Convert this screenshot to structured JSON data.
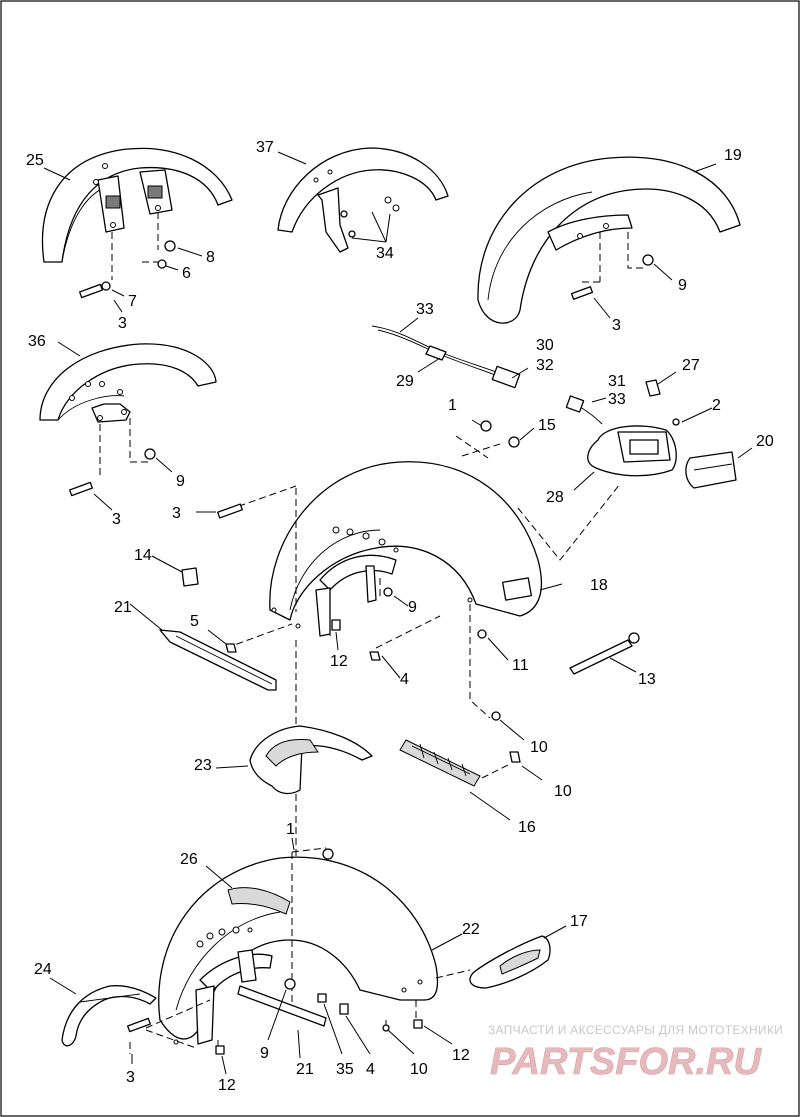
{
  "callouts": {
    "c25": "25",
    "c37": "37",
    "c19": "19",
    "c8": "8",
    "c6": "6",
    "c34": "34",
    "c7": "7",
    "c3a": "3",
    "c9a": "9",
    "c3b": "3",
    "c36": "36",
    "c33a": "33",
    "c30": "30",
    "c32": "32",
    "c29": "29",
    "c27": "27",
    "c31": "31",
    "c33b": "33",
    "c2": "2",
    "c1a": "1",
    "c15": "15",
    "c20": "20",
    "c9b": "9",
    "c28": "28",
    "c3c": "3",
    "c3d": "3",
    "c14": "14",
    "c18": "18",
    "c21a": "21",
    "c5": "5",
    "c9c": "9",
    "c12a": "12",
    "c11": "11",
    "c4a": "4",
    "c13": "13",
    "c10a": "10",
    "c23": "23",
    "c10b": "10",
    "c16": "16",
    "c1b": "1",
    "c26": "26",
    "c22": "22",
    "c17": "17",
    "c24": "24",
    "c9d": "9",
    "c21b": "21",
    "c35": "35",
    "c4b": "4",
    "c10c": "10",
    "c12b": "12",
    "c3e": "3",
    "c12c": "12"
  },
  "watermark": {
    "tagline": "ЗАПЧАСТИ И АКСЕССУАРЫ ДЛЯ МОТОТЕХНИКИ",
    "logo": "PARTSFOR.RU"
  },
  "colors": {
    "line": "#000000",
    "background": "#ffffff",
    "watermark_logo": "#e6b9bd",
    "watermark_text": "#c8c8c8"
  }
}
